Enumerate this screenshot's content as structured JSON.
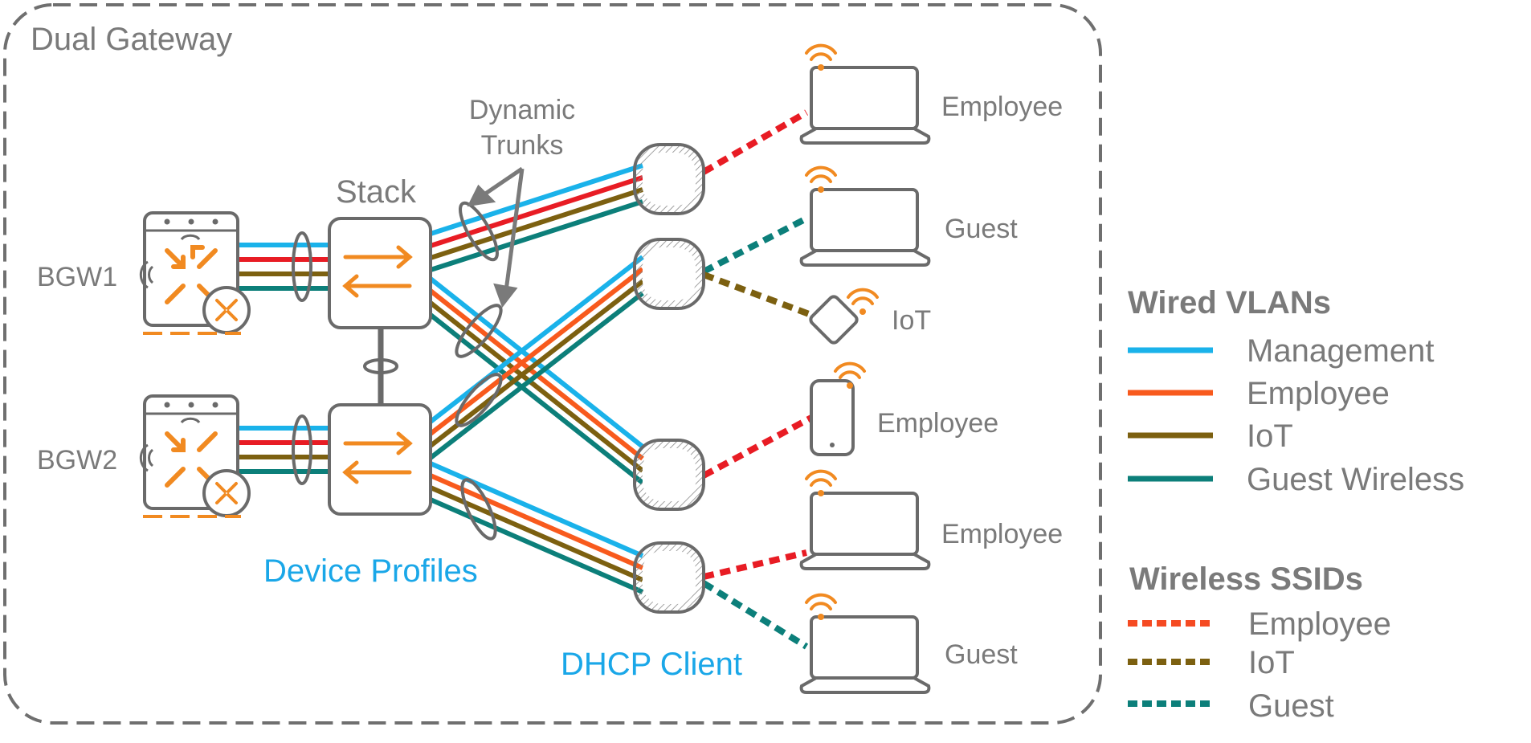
{
  "title": "Dual Gateway",
  "gateways": [
    {
      "id": "bgw1",
      "label": "BGW1"
    },
    {
      "id": "bgw2",
      "label": "BGW2"
    }
  ],
  "stack_label": "Stack",
  "callouts": {
    "dynamic_trunks_line1": "Dynamic",
    "dynamic_trunks_line2": "Trunks",
    "device_profiles": "Device Profiles",
    "dhcp_client": "DHCP Client"
  },
  "clients": [
    {
      "id": "laptop-employee-1",
      "type": "laptop",
      "label": "Employee",
      "ssid": "Employee"
    },
    {
      "id": "laptop-guest-1",
      "type": "laptop",
      "label": "Guest",
      "ssid": "Guest"
    },
    {
      "id": "iot-sensor",
      "type": "iot",
      "label": "IoT",
      "ssid": "IoT"
    },
    {
      "id": "phone-employee",
      "type": "phone",
      "label": "Employee",
      "ssid": "Employee"
    },
    {
      "id": "laptop-employee-2",
      "type": "laptop",
      "label": "Employee",
      "ssid": "Employee"
    },
    {
      "id": "laptop-guest-2",
      "type": "laptop",
      "label": "Guest",
      "ssid": "Guest"
    }
  ],
  "legend": {
    "wired_title": "Wired VLANs",
    "wired": [
      {
        "label": "Management",
        "color": "#1ab2ea"
      },
      {
        "label": "Employee",
        "color": "#f85a1d"
      },
      {
        "label": "IoT",
        "color": "#7c6010"
      },
      {
        "label": "Guest Wireless",
        "color": "#0c7f7a"
      }
    ],
    "wireless_title": "Wireless SSIDs",
    "wireless": [
      {
        "label": "Employee",
        "color": "#f54a22"
      },
      {
        "label": "IoT",
        "color": "#7c6010"
      },
      {
        "label": "Guest",
        "color": "#0c7f7a"
      }
    ]
  },
  "colors": {
    "management": "#1ab2ea",
    "employee": "#f85a1d",
    "employee_link": "#e81c24",
    "iot": "#7c6010",
    "guest": "#0c7f7a",
    "orange_accent": "#f18a21",
    "outline": "#6a6a6a"
  }
}
